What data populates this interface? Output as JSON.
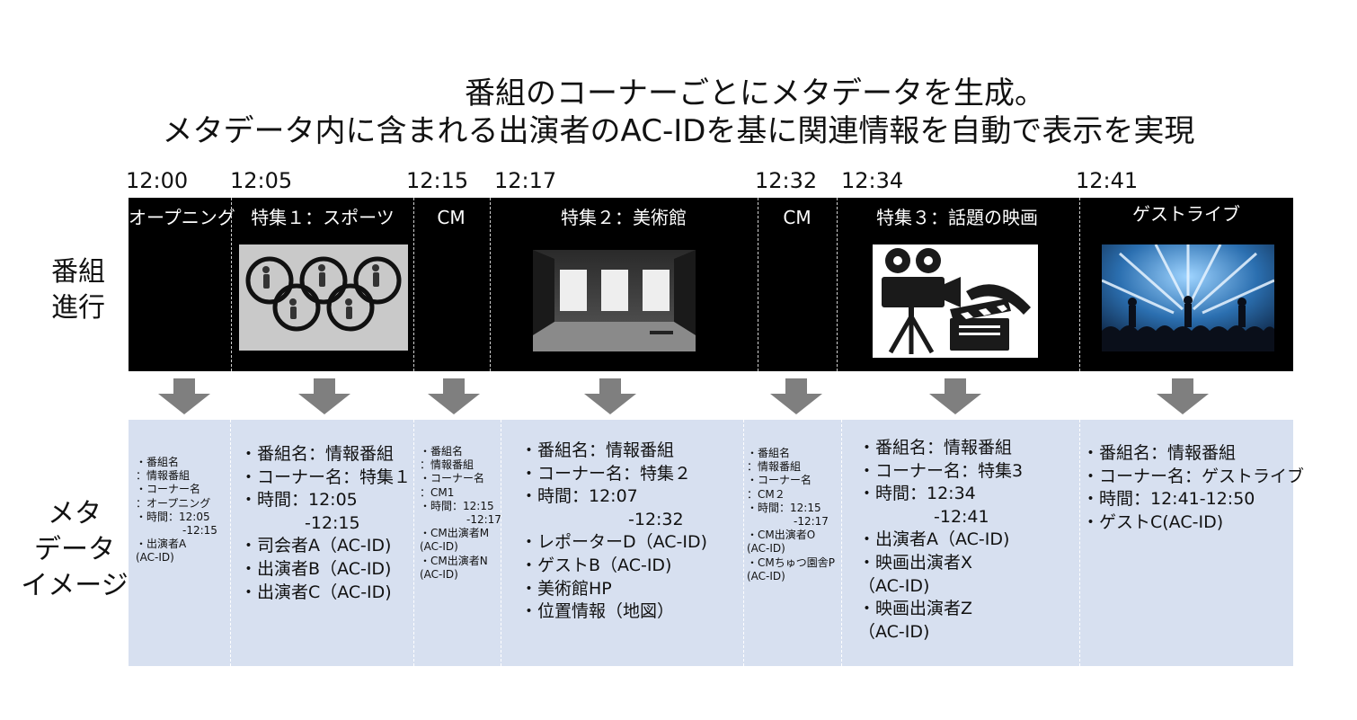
{
  "title": {
    "line1": "番組のコーナーごとにメタデータを生成。",
    "line2": "メタデータ内に含まれる出演者のAC-IDを基に関連情報を自動で表示を実現"
  },
  "row_labels": {
    "program": [
      "番組",
      "進行"
    ],
    "meta": [
      "メタ",
      "データ",
      "イメージ"
    ]
  },
  "timeline": [
    "12:00",
    "12:05",
    "12:15",
    "12:17",
    "12:32",
    "12:34",
    "12:41"
  ],
  "segments": [
    "オープニング",
    "特集１：スポーツ",
    "CM",
    "特集２：美術館",
    "CM",
    "特集３：話題の映画",
    "ゲストライブ"
  ],
  "images": [
    "rings-icon",
    "gallery-icon",
    "film-camera-icon",
    "concert-icon"
  ],
  "colors": {
    "program_band": "#000000",
    "meta_band": "#d7e0f0",
    "arrow": "#7f7f7f"
  },
  "metadata": [
    [
      "・番組名",
      "：情報番組",
      "・コーナー名",
      "：オープニング",
      "・時間：12:05",
      "-12:15",
      "・出演者A",
      "(AC-ID)"
    ],
    [
      "・番組名：情報番組",
      "・コーナー名：特集１",
      "・時間：12:05",
      "-12:15",
      "・司会者A（AC-ID)",
      "・出演者B（AC-ID)",
      "・出演者C（AC-ID)"
    ],
    [
      "・番組名",
      "：情報番組",
      "・コーナー名",
      "：CM1",
      "・時間：12:15",
      "-12:17",
      "・CM出演者M",
      "(AC-ID)",
      "・CM出演者N",
      "(AC-ID)"
    ],
    [
      "・番組名：情報番組",
      "・コーナー名：特集２",
      "・時間：12:07",
      "-12:32",
      "・レポーターD（AC-ID)",
      "・ゲストB（AC-ID)",
      "・美術館HP",
      "・位置情報（地図）"
    ],
    [
      "・番組名",
      "：情報番組",
      "・コーナー名",
      "：CM２",
      "・時間：12:15",
      "-12:17",
      "・CM出演者O",
      "(AC-ID)",
      "・CMちゅつ園舎P",
      "(AC-ID)"
    ],
    [
      "・番組名：情報番組",
      "・コーナー名：特集3",
      "・時間：12:34",
      "-12:41",
      "・出演者A（AC-ID)",
      "・映画出演者X",
      "（AC-ID)",
      "・映画出演者Z",
      "（AC-ID)"
    ],
    [
      "・番組名：情報番組",
      "・コーナー名：ゲストライブ",
      "・時間：12:41-12:50",
      "・ゲストC(AC-ID)"
    ]
  ]
}
